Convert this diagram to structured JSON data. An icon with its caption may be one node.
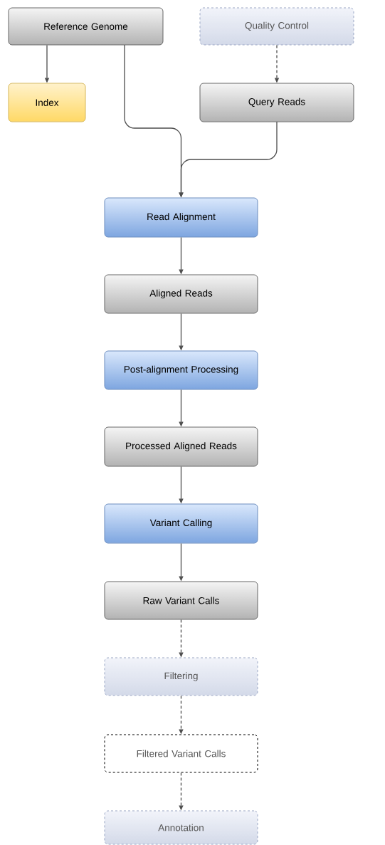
{
  "diagram": {
    "nodes": [
      {
        "text": [
          "Reference Genome"
        ]
      },
      {
        "text": [
          "Quality Control"
        ]
      },
      {
        "text": [
          "Index"
        ]
      },
      {
        "text": [
          "Query Reads"
        ]
      },
      {
        "text": [
          "Read Alignment"
        ]
      },
      {
        "text": [
          "Aligned Reads"
        ]
      },
      {
        "text": [
          "Post-alignment Processing"
        ]
      },
      {
        "text": [
          "Processed Aligned Reads"
        ]
      },
      {
        "text": [
          "Variant Calling"
        ]
      },
      {
        "text": [
          "Raw Variant Calls"
        ]
      },
      {
        "text": [
          "Filtering"
        ]
      },
      {
        "text": [
          "Filtered Variant Calls"
        ]
      },
      {
        "text": [
          "Annotation"
        ]
      }
    ],
    "edges": [
      {
        "from": 0,
        "to": 2,
        "arrow": "to"
      },
      {
        "from": 1,
        "to": 3,
        "arrow": "to",
        "style": "dashed"
      },
      {
        "from": 0,
        "to": 4,
        "arrow": "to"
      },
      {
        "from": 3,
        "to": 4,
        "arrow": "to"
      },
      {
        "from": 4,
        "to": 5,
        "arrow": "to"
      },
      {
        "from": 5,
        "to": 6,
        "arrow": "to"
      },
      {
        "from": 6,
        "to": 7,
        "arrow": "to"
      },
      {
        "from": 7,
        "to": 8,
        "arrow": "to"
      },
      {
        "from": 8,
        "to": 9,
        "arrow": "to"
      },
      {
        "from": 9,
        "to": 10,
        "arrow": "to",
        "style": "dashed"
      },
      {
        "from": 10,
        "to": 11,
        "arrow": "to",
        "style": "dashed"
      },
      {
        "from": 11,
        "to": 12,
        "arrow": "to",
        "style": "dashed"
      }
    ]
  }
}
